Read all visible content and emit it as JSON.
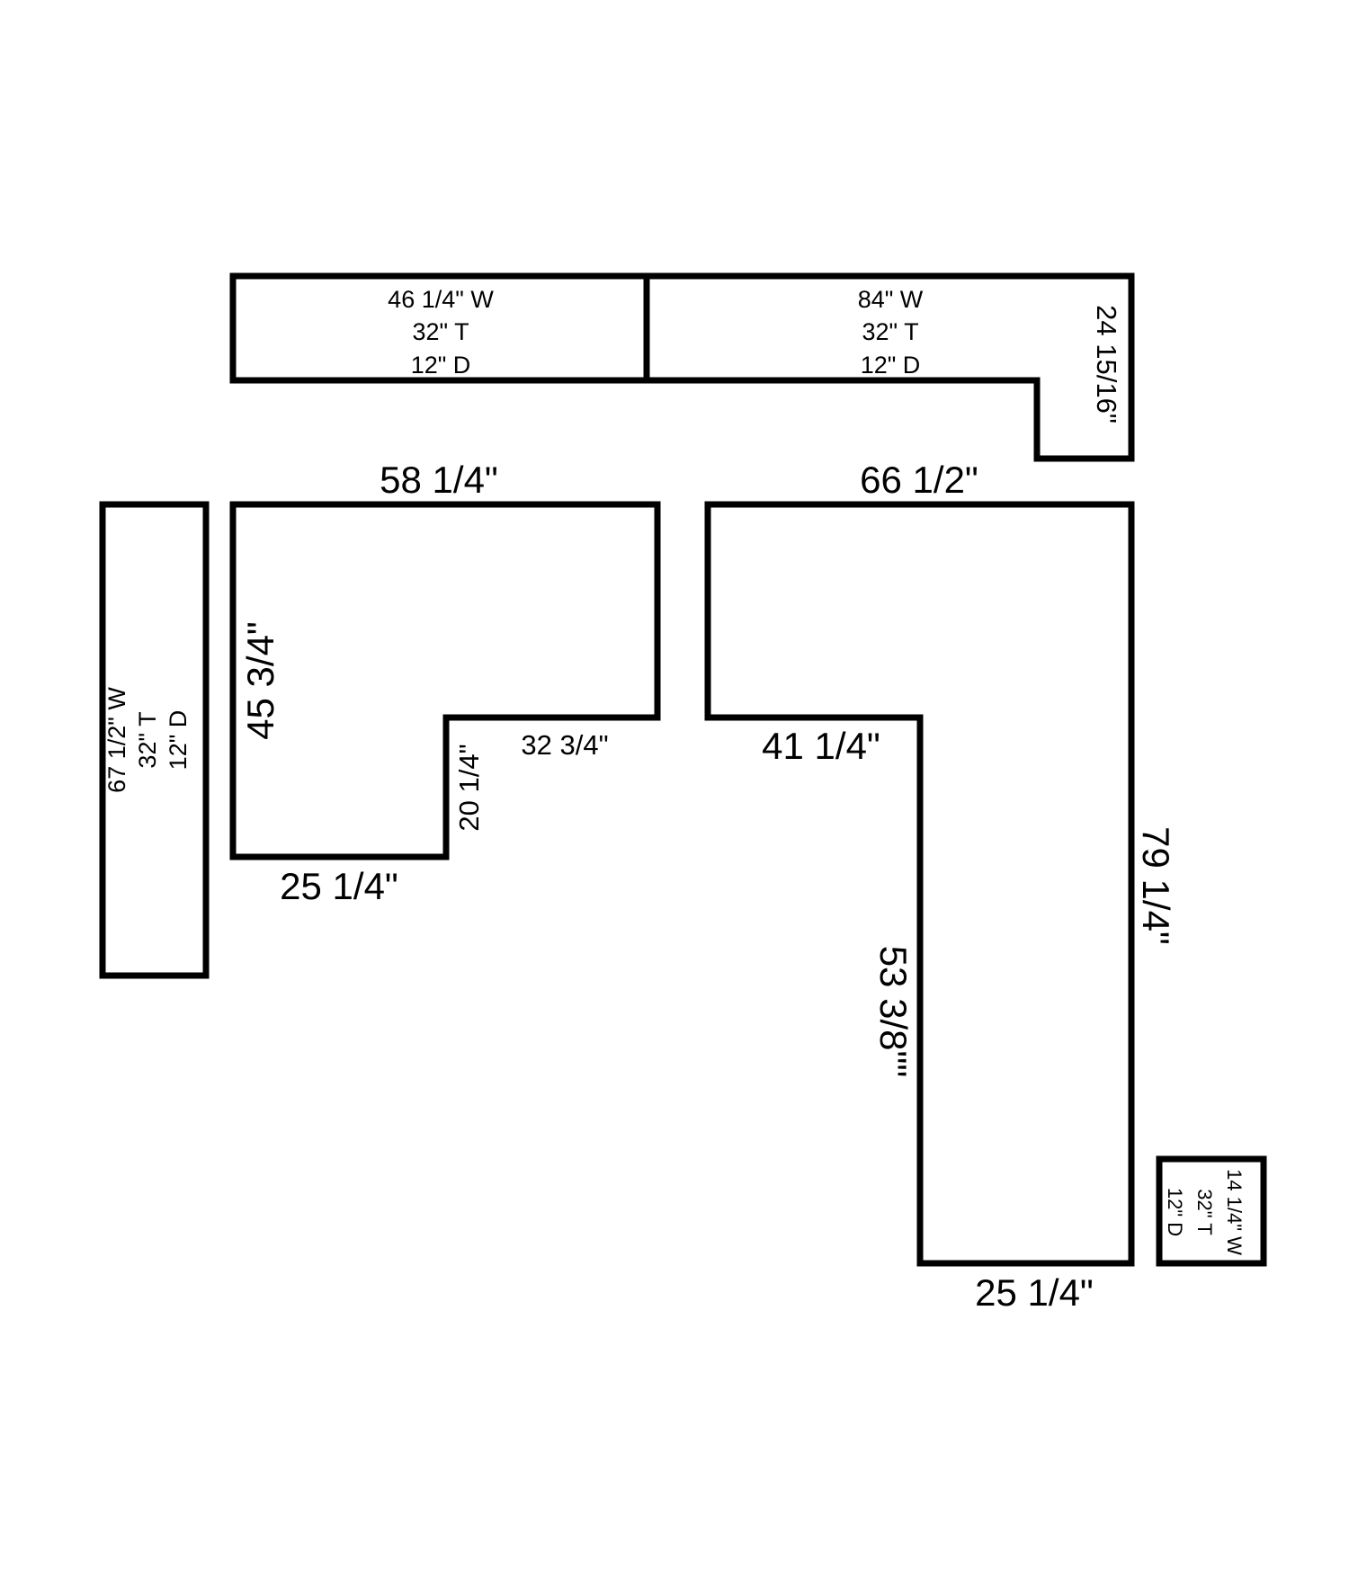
{
  "top_left_piece": {
    "width": "46 1/4\" W",
    "height": "32\" T",
    "depth": "12\" D"
  },
  "top_right_piece": {
    "width": "84\" W",
    "height": "32\" T",
    "depth": "12\" D",
    "side": "24 15/16\""
  },
  "left_vertical_piece": {
    "width": "67 1/2\" W",
    "height": "32\" T",
    "depth": "12\" D"
  },
  "left_l_shape": {
    "top": "58 1/4\"",
    "left": "45 3/4\"",
    "inner_right": "32 3/4\"",
    "inner_step": "20 1/4\"",
    "bottom": "25 1/4\""
  },
  "right_l_shape": {
    "top": "66 1/2\"",
    "inner_left": "41 1/4\"",
    "inner_vertical": "53 3/8\"\"",
    "right": "79 1/4\"",
    "bottom": "25 1/4\""
  },
  "small_piece": {
    "width": "14 1/4\" W",
    "height": "32\" T",
    "depth": "12\" D"
  }
}
